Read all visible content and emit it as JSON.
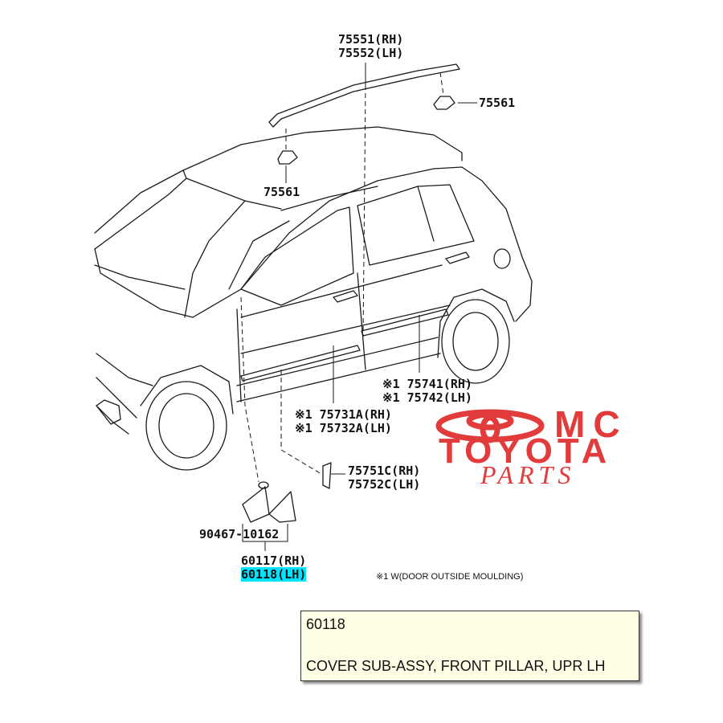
{
  "diagram": {
    "labels": {
      "roof_rh": "75551(RH)",
      "roof_lh": "75552(LH)",
      "clip_right": "75561",
      "clip_left": "75561",
      "moulding_rear_rh": "※1 75741(RH)",
      "moulding_rear_lh": "※1 75742(LH)",
      "moulding_front_rh": "※1 75731A(RH)",
      "moulding_front_lh": "※1 75732A(LH)",
      "pillar_rh": "75751C(RH)",
      "pillar_lh": "75752C(LH)",
      "screw": "90467-10162",
      "cover_rh": "60117(RH)",
      "cover_lh": "60118(LH)"
    },
    "footnote": "※1 W(DOOR OUTSIDE MOULDING)",
    "highlighted_part": "60118(LH)"
  },
  "watermark": {
    "line1": "MC",
    "line2": "TOYOTA",
    "line3": "PARTS",
    "color": "#e23b3b"
  },
  "tooltip": {
    "part_number": "60118",
    "description": "COVER SUB-ASSY, FRONT PILLAR, UPR LH"
  },
  "colors": {
    "highlight": "#00e5ff",
    "tooltip_bg": "#ffffe6",
    "line": "#1a1a1a"
  }
}
